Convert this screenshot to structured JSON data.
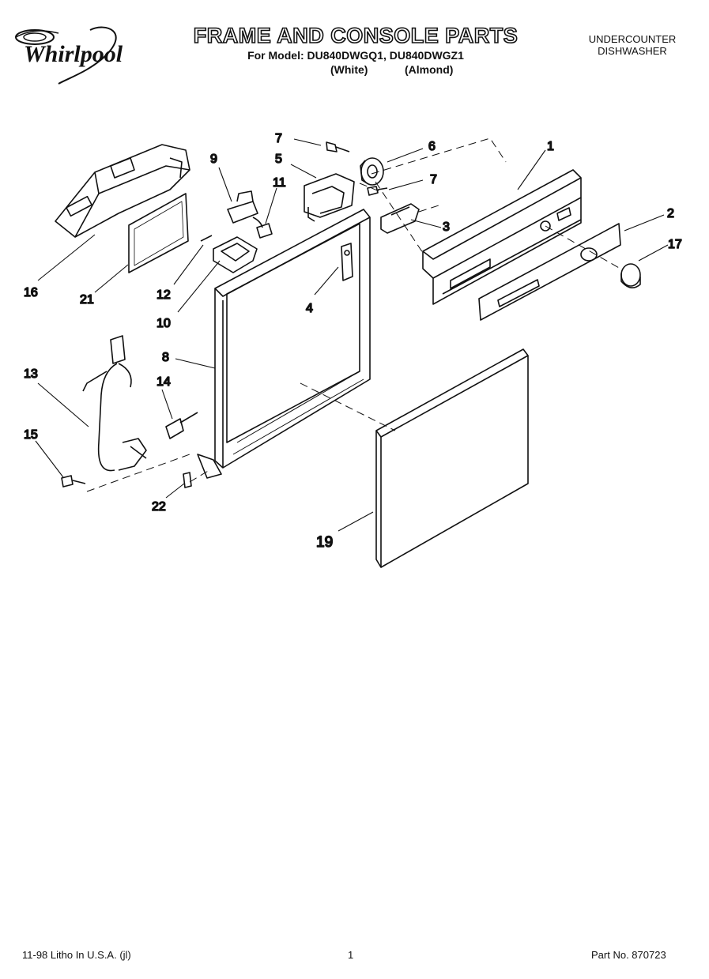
{
  "header": {
    "brand": "Whirlpool",
    "title": "FRAME AND CONSOLE PARTS",
    "model_line": "For Model: DU840DWGQ1, DU840DWGZ1",
    "variants": [
      "(White)",
      "(Almond)"
    ],
    "category_line1": "UNDERCOUNTER",
    "category_line2": "DISHWASHER"
  },
  "callouts": [
    "7",
    "6",
    "1",
    "5",
    "9",
    "11",
    "7",
    "3",
    "2",
    "17",
    "16",
    "21",
    "12",
    "10",
    "4",
    "8",
    "13",
    "14",
    "15",
    "22",
    "19"
  ],
  "footer": {
    "left": "11-98 Litho In U.S.A. (jl)",
    "center": "1",
    "right": "Part No. 870723"
  }
}
